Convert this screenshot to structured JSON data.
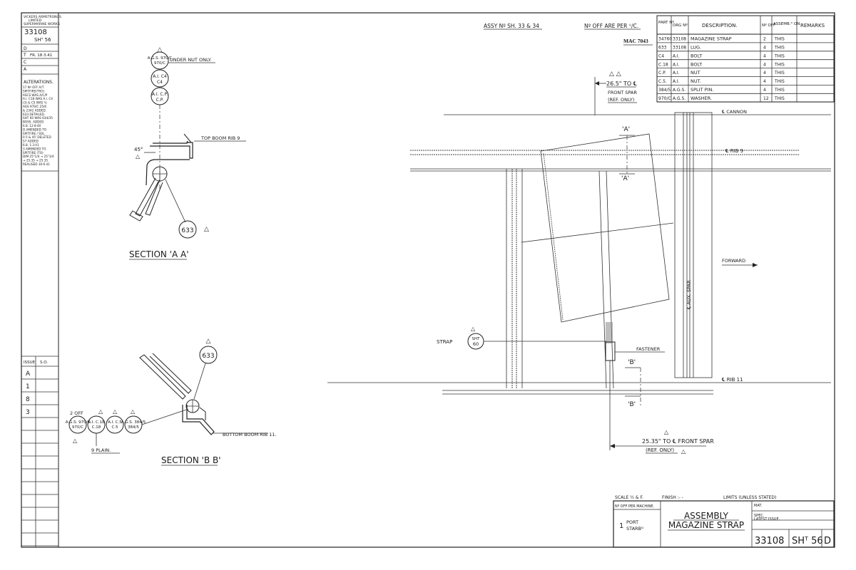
{
  "sheet": {
    "assy_ref": "ASSY Nº SH. 33 & 34",
    "off_per": "Nº OFF ARE PER ᴬ/C.",
    "mac": "MAC 7043",
    "part_title_1": "ASSEMBLY",
    "part_title_2": "MAGAZINE STRAP",
    "drawing_no": "33108",
    "sheet_no": "SHᵀ 56",
    "issue": "D"
  },
  "left_strip": {
    "company": [
      "VICKERS ARMSTRONGS",
      "LIMITED",
      "SUPERMARINE WORKS"
    ],
    "drg": "33108",
    "sht": "SHᵀ 56",
    "issues": [
      {
        "letter": "D",
        "text": ""
      },
      {
        "letter": "T",
        "text": "FR. 18·3·41"
      },
      {
        "letter": "C",
        "text": ""
      },
      {
        "letter": "A",
        "text": ""
      }
    ],
    "alterations_title": "ALTERATIONS.",
    "alterations": [
      "17 Nº OFF A/T",
      "SPITFIRE(TRO)",
      "ASCS WAS A/C/P",
      "A.I. C18 WAS A.I. C4",
      "(3) & C5 WAS ⅛",
      "AGS 970/C 25/6",
      "& 2342 ADDED.",
      "633 DETAILED.",
      "SHT 60 WAS 634/35",
      "BOSS. ADDED",
      "6.8. 12·8·40",
      "D AMENDED TO",
      "SPITFIRE / SOL",
      "0.5 & 45' DELETED",
      "57 ADDED",
      "6.8. 1·3·41",
      "3 AMENDED TO",
      "SPITFIRE (TO)",
      "DIM 25\"1/4 → 25\"3/4",
      "→ 25.35 → 25.35",
      "REALISED 30·6·41"
    ],
    "issue_head": [
      "ISSUE",
      "S.O."
    ],
    "issue_rows": [
      "A",
      "1",
      "8",
      "3",
      "",
      "",
      "",
      "",
      "",
      "",
      "",
      "",
      "",
      ""
    ]
  },
  "parts_table": {
    "headers": [
      "PART Nº",
      "DRG Nº",
      "DESCRIPTION.",
      "Nº OFF",
      "ASSEMB.ᴰ ON",
      "REMARKS"
    ],
    "rows": [
      [
        "34760",
        "33108",
        "MAGAZINE STRAP",
        "2",
        "THIS",
        ""
      ],
      [
        "633",
        "33108",
        "LUG.",
        "4",
        "THIS",
        ""
      ],
      [
        "C4",
        "A.I.",
        "BOLT",
        "4",
        "THIS",
        ""
      ],
      [
        "C.18",
        "A.I.",
        "BOLT",
        "4",
        "THIS",
        ""
      ],
      [
        "C.P.",
        "A.I.",
        "NUT",
        "4",
        "THIS",
        ""
      ],
      [
        "C.5.",
        "A.I.",
        "NUT.",
        "4",
        "THIS",
        ""
      ],
      [
        "384/5",
        "A.G.S.",
        "SPLIT PIN.",
        "4",
        "THIS",
        ""
      ],
      [
        "970/C",
        "A.G.S.",
        "WASHER.",
        "12",
        "THIS",
        ""
      ]
    ]
  },
  "section_aa": {
    "title": "SECTION 'A A'",
    "bubbles": [
      "A.G.S. 970/C",
      "A.I. C4",
      "A.I. C.P."
    ],
    "under_nut": "UNDER NUT ONLY.",
    "top_boom": "TOP BOOM RIB 9",
    "angle": "45°",
    "lug": "633"
  },
  "section_bb": {
    "title": "SECTION 'B B'",
    "lug": "633",
    "two_off": "2 OFF",
    "bubbles": [
      "A.G.S. 970/C",
      "A.I. C.18",
      "A.I. C.5",
      "A.G.S. 384/5"
    ],
    "plain": "9 PLAIN.",
    "bottom_boom": "BOTTOM BOOM RIB 11."
  },
  "main_view": {
    "dim_top": "26.5\" TO ℄",
    "front_spar_top": "FRONT SPAR",
    "ref_only_top": "(REF. ONLY)",
    "cannon": "℄ CANNON",
    "rib9": "℄ RIB 9",
    "rib11": "℄ RIB 11",
    "forward": "FORWARD",
    "aux_spar": "℄ AUX. SPAR",
    "strap": "STRAP",
    "strap_sht": [
      "SHT",
      "60"
    ],
    "fastener": "FASTENER",
    "sec_a": "'A'",
    "sec_b": "'B'",
    "dim_bottom": "25.35\" TO ℄ FRONT SPAR",
    "ref_only_bottom": "(REF. ONLY)"
  },
  "title_block": {
    "scale": "SCALE ½ & F.",
    "finish": "FINISH :- -",
    "limits": "LIMITS (UNLESS STATED)",
    "off_per_machine": "Nº OFF PER MACHINE.",
    "off_1": "1",
    "port": "PORT",
    "starb": "STARBᴰ",
    "mat": "MAT.",
    "spec": "SPEC.",
    "latest": "LATEST ISSUE."
  },
  "colors": {
    "ink": "#1a1a1a",
    "paper": "#ffffff",
    "hatch": "#666666"
  }
}
